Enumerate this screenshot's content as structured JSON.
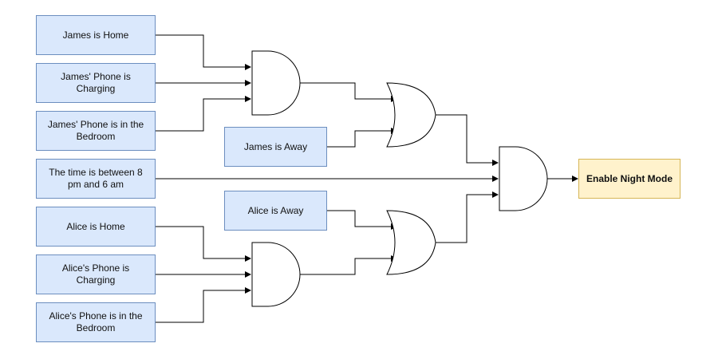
{
  "colors": {
    "input_fill": "#dae8fc",
    "input_stroke": "#6c8ebf",
    "output_fill": "#fff2cc",
    "output_stroke": "#d6b656",
    "wire": "#000000"
  },
  "inputs": {
    "james_home": "James is Home",
    "james_phone_charging": "James' Phone is Charging",
    "james_phone_bedroom": "James' Phone is in the Bedroom",
    "time_window": "The time is between 8 pm and 6 am",
    "alice_home": "Alice is Home",
    "alice_phone_charging": "Alice's Phone is Charging",
    "alice_phone_bedroom": "Alice's Phone is in the Bedroom",
    "james_away": "James is Away",
    "alice_away": "Alice is Away"
  },
  "output": {
    "label": "Enable Night Mode"
  },
  "gates": {
    "james_and": "AND",
    "james_or": "OR",
    "alice_and": "AND",
    "alice_or": "OR",
    "final_and": "AND"
  }
}
